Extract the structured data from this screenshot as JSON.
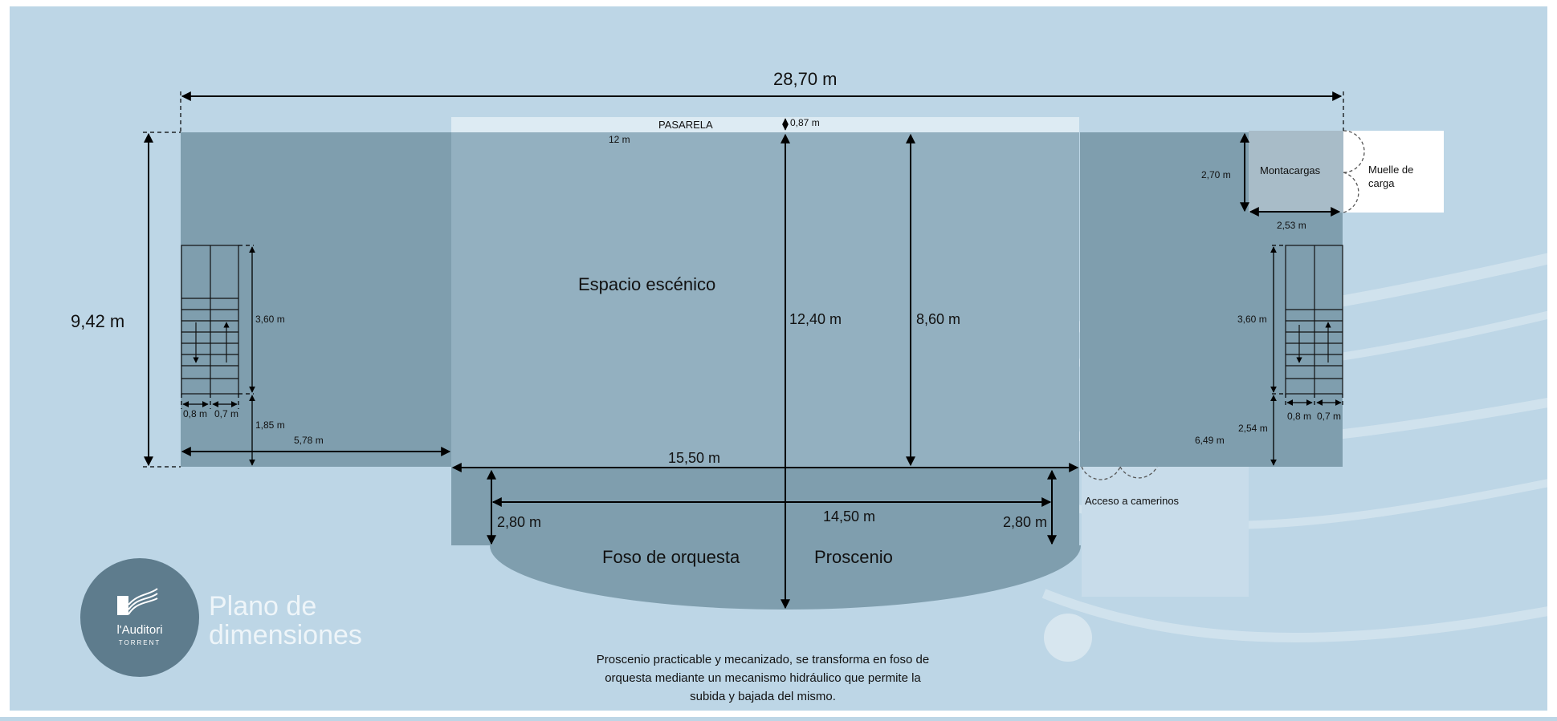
{
  "logo": {
    "brand": "l'Auditori",
    "town": "TORRENT"
  },
  "title": {
    "line1": "Plano de",
    "line2": "dimensiones"
  },
  "note": {
    "line1": "Proscenio practicable y mecanizado, se transforma en foso de",
    "line2": "orquesta mediante un mecanismo hidráulico que permite la",
    "line3": "subida y bajada del mismo."
  },
  "areas": {
    "stage": "Espacio escénico",
    "pit": "Foso de orquesta",
    "proscenium": "Proscenio",
    "catwalk": "PASARELA",
    "freight_lift": "Montacargas",
    "dock_line1": "Muelle de",
    "dock_line2": "carga",
    "dressing_access": "Acceso a camerinos"
  },
  "dimensions": {
    "total_width": "28,70 m",
    "total_depth": "9,42 m",
    "catwalk_depth": "0,87 m",
    "catwalk_length": "12 m",
    "center_depth": "12,40 m",
    "stage_depth": "8,60 m",
    "left_stair_height": "3,60 m",
    "left_stair_w1": "0,8 m",
    "left_stair_w2": "0,7 m",
    "left_stair_offset": "1,85 m",
    "left_wing_width": "5,78 m",
    "proscenium_width": "15,50 m",
    "pit_width": "14,50 m",
    "pit_depth_left": "2,80 m",
    "pit_depth_right": "2,80 m",
    "lift_depth": "2,70 m",
    "lift_width": "2,53 m",
    "right_stair_height": "3,60 m",
    "right_stair_w1": "0,8 m",
    "right_stair_w2": "0,7 m",
    "right_stair_offset": "2,54 m",
    "right_wing_width": "6,49 m"
  }
}
